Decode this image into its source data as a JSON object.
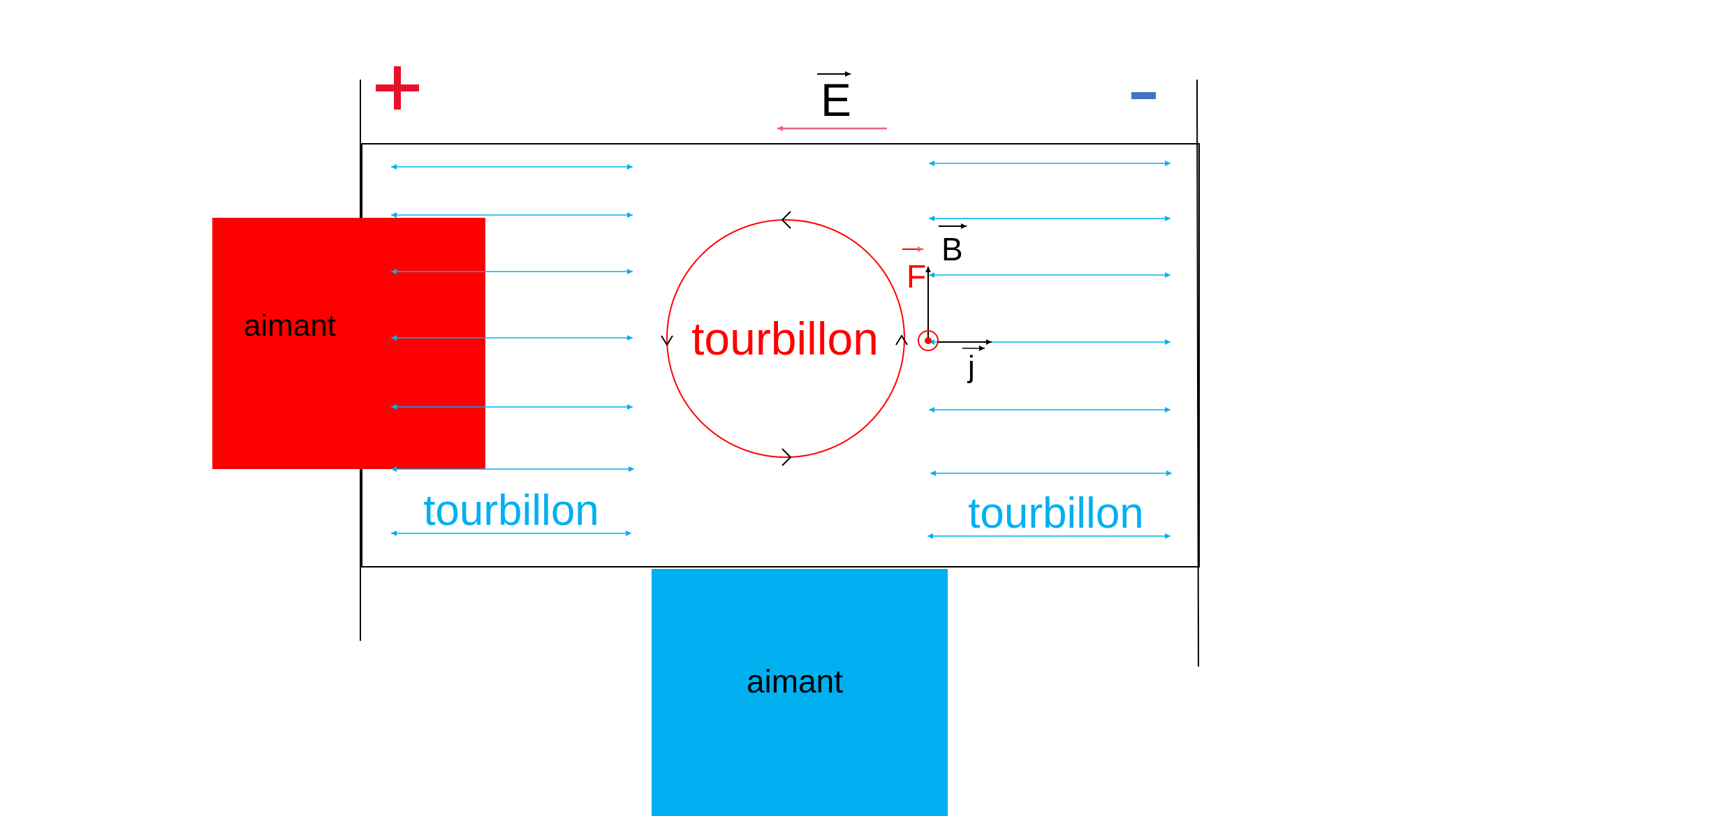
{
  "labels": {
    "plus": "+",
    "minus": "-",
    "field_e": "E",
    "field_b": "B",
    "force_f": "F",
    "current_j": "j",
    "magnet_left": "aimant",
    "magnet_bottom": "aimant",
    "vortex_center": "tourbillon",
    "vortex_left": "tourbillon",
    "vortex_right": "tourbillon"
  },
  "colors": {
    "red": "#ff0000",
    "blue": "#00b0f0",
    "minus_blue": "#4472c4",
    "plus_red": "#e8112d",
    "pink_arrow": "#f0607e",
    "black": "#000000"
  }
}
